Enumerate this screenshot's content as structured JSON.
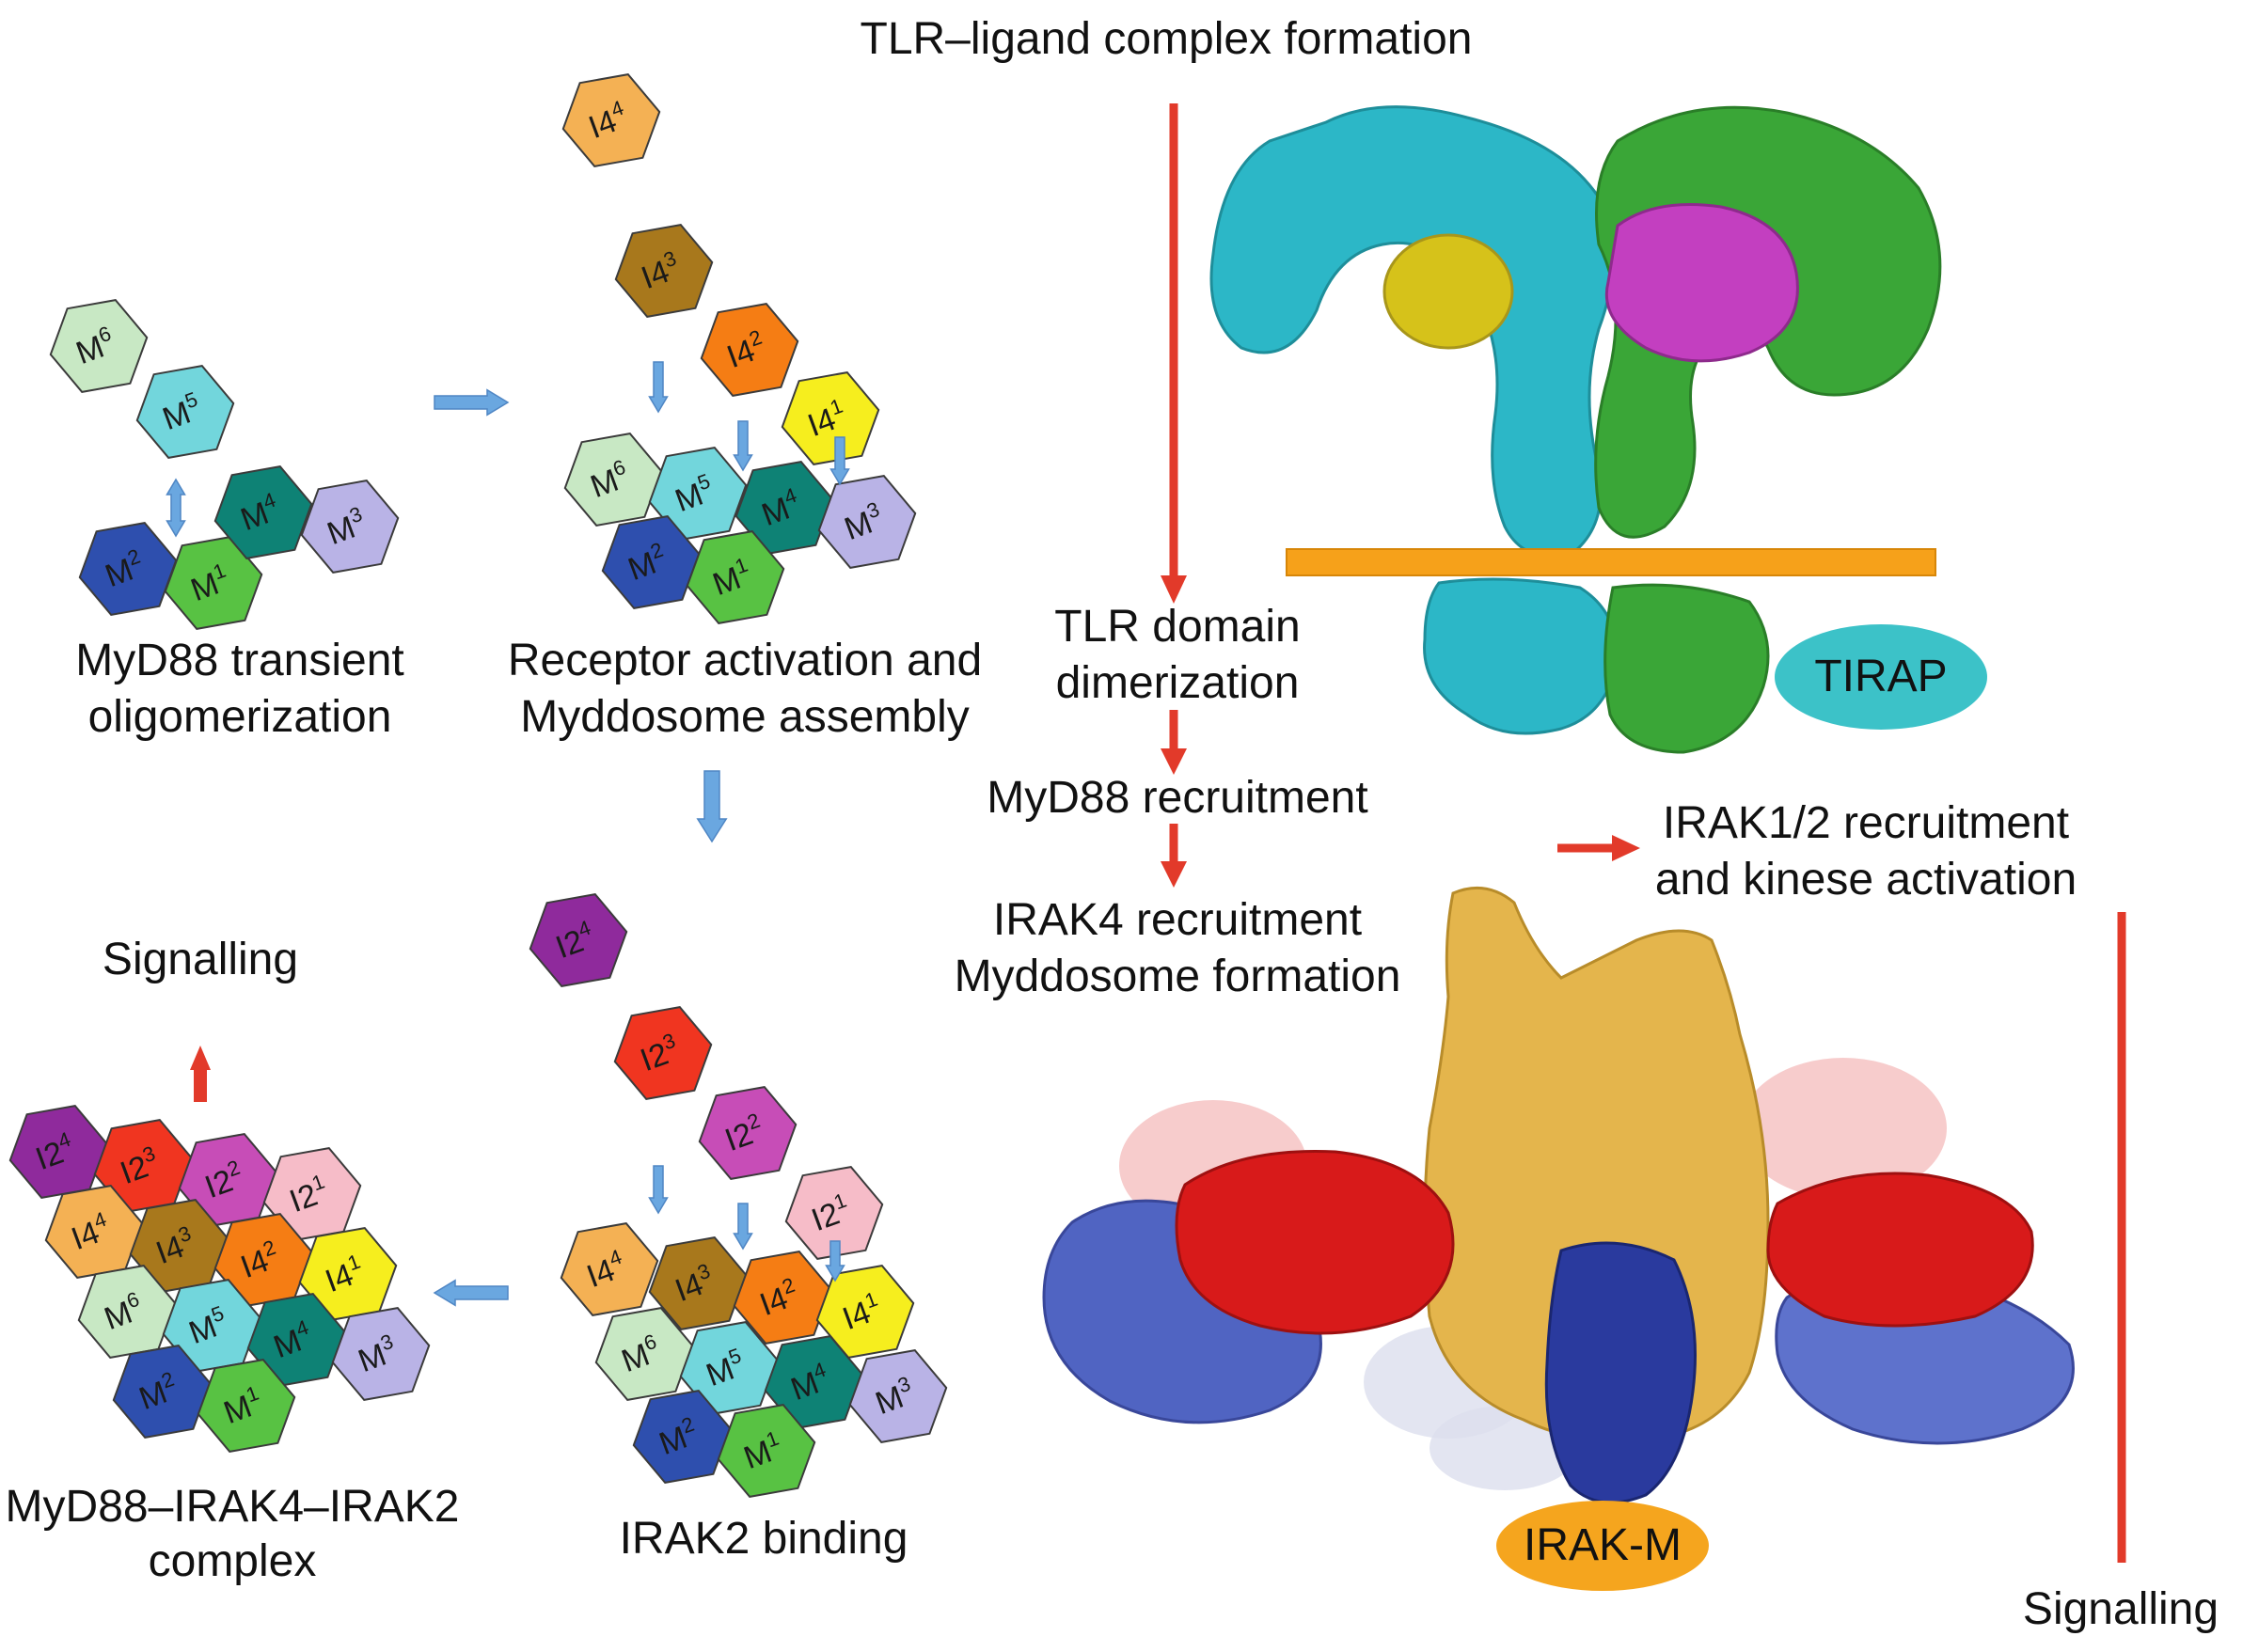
{
  "title": "TLR–ligand complex formation",
  "steps": {
    "transient": [
      "MyD88 transient",
      "oligomerization"
    ],
    "assembly": [
      "Receptor activation and",
      "Myddosome assembly"
    ],
    "irak2": "IRAK2 binding",
    "complex": [
      "MyD88–IRAK4–IRAK2",
      "complex"
    ],
    "signalling_left": "Signalling"
  },
  "pathway": {
    "dimerization": [
      "TLR domain",
      "dimerization"
    ],
    "myd88": "MyD88 recruitment",
    "irak4": [
      "IRAK4 recruitment",
      "Myddosome formation"
    ],
    "irak12": [
      "IRAK1/2 recruitment",
      "and kinese activation"
    ],
    "signalling_right": "Signalling"
  },
  "protein_labels": {
    "tirap": "TIRAP",
    "irakm": "IRAK-M"
  },
  "units": [
    {
      "base": "M",
      "sup": "1",
      "color": "#58c243"
    },
    {
      "base": "M",
      "sup": "2",
      "color": "#2e4fae"
    },
    {
      "base": "M",
      "sup": "3",
      "color": "#b9b3e6"
    },
    {
      "base": "M",
      "sup": "4",
      "color": "#0e8275"
    },
    {
      "base": "M",
      "sup": "5",
      "color": "#72d6dc"
    },
    {
      "base": "M",
      "sup": "6",
      "color": "#c8e8c4"
    },
    {
      "base": "I4",
      "sup": "1",
      "color": "#f6ee1e"
    },
    {
      "base": "I4",
      "sup": "2",
      "color": "#f57d14"
    },
    {
      "base": "I4",
      "sup": "3",
      "color": "#a8781c"
    },
    {
      "base": "I4",
      "sup": "4",
      "color": "#f4b154"
    },
    {
      "base": "I2",
      "sup": "1",
      "color": "#f6bcc8"
    },
    {
      "base": "I2",
      "sup": "2",
      "color": "#c74db7"
    },
    {
      "base": "I2",
      "sup": "3",
      "color": "#f03520"
    },
    {
      "base": "I2",
      "sup": "4",
      "color": "#8f2a9c"
    }
  ],
  "colors": {
    "blue_arrow": "#6aa7e0",
    "red_arrow": "#e23a2a",
    "membrane": "#f6a11a",
    "tirap_fill": "#3cc2c8",
    "irakm_fill": "#f5a51e",
    "tlr_cyan": "#2cb7c7",
    "tlr_green": "#3aa637",
    "ligand_magenta": "#c33fc0",
    "ligand_yellow": "#d6c21a",
    "irak4_gold": "#e4b54c",
    "irak2_red": "#d81a1a",
    "irak1_blue": "#5064c2",
    "irakm_navy": "#2a3a9e"
  }
}
